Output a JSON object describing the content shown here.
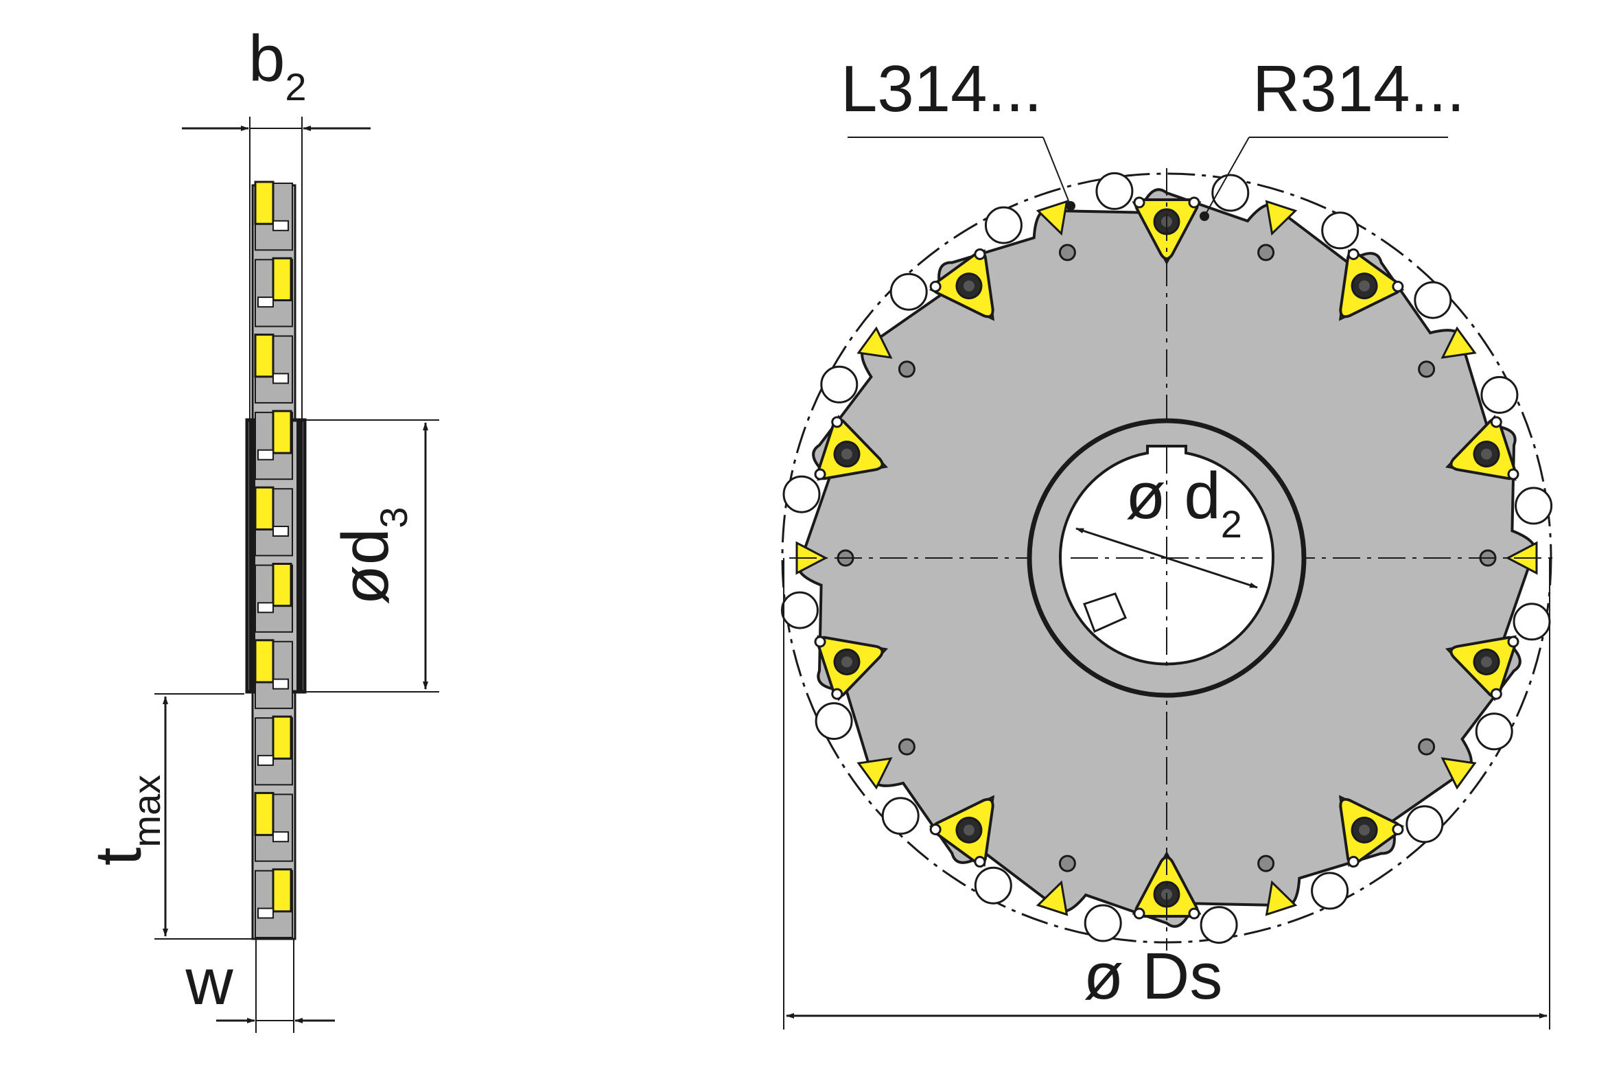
{
  "labels": {
    "b2": {
      "main": "b",
      "sub": "2"
    },
    "d3": {
      "main": "ød",
      "sub": "3"
    },
    "tmax": {
      "main": "t",
      "sub": "max"
    },
    "w": "w",
    "L314": "L314...",
    "R314": "R314...",
    "d2": {
      "main": "ø d",
      "sub": "2"
    },
    "Ds": "ø Ds"
  },
  "colors": {
    "body": "#b9b9b9",
    "insert": "#ffee22",
    "outline": "#1a1a1a",
    "hub": "#ffffff"
  },
  "inserts": {
    "large_count": 10,
    "small_count": 10,
    "teeth_count": 20
  }
}
